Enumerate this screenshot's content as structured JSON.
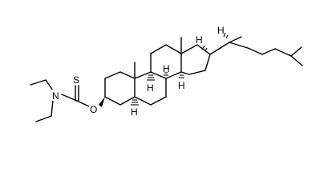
{
  "molecule": {
    "atom_labels": {
      "sulfur": "S",
      "nitrogen": "N",
      "oxygen": "O",
      "h_c5": "H",
      "h_c8": "H",
      "h_c9": "H",
      "h_c14": "H",
      "h_c17": "H",
      "h_c20": "H"
    }
  }
}
